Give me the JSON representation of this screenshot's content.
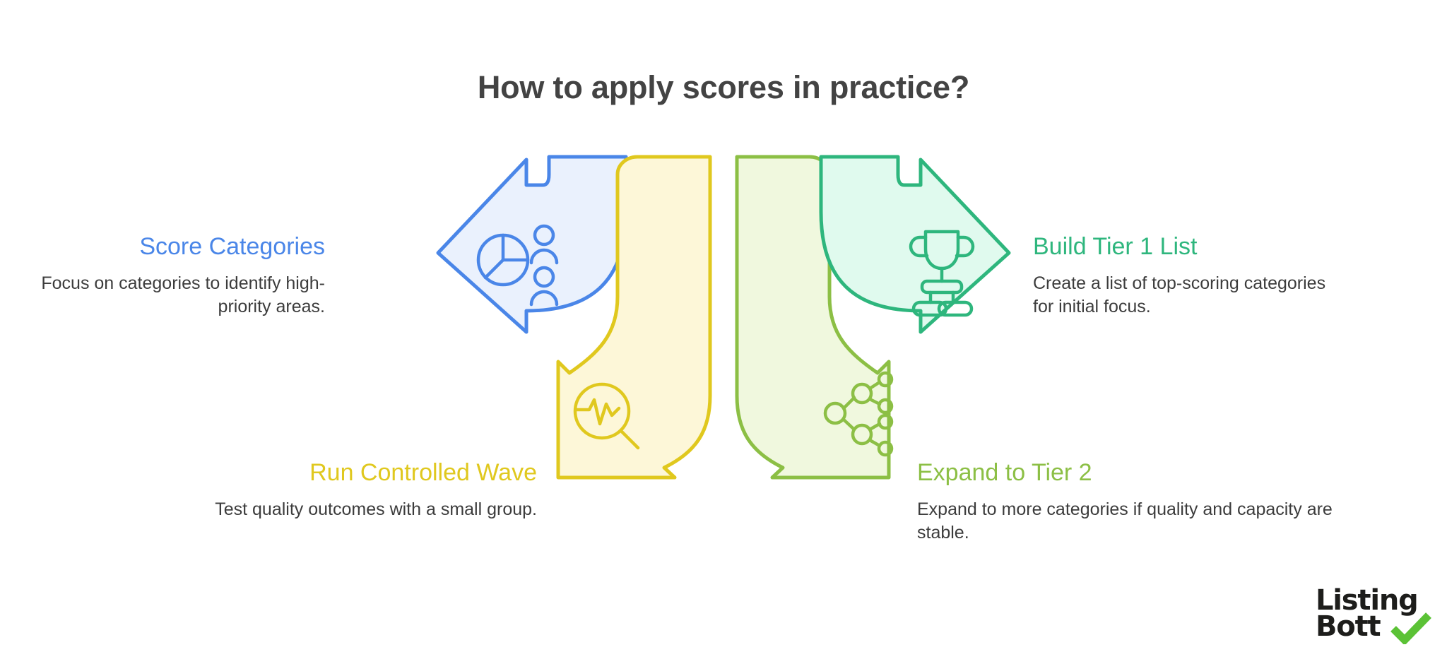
{
  "title": "How to apply scores in practice?",
  "colors": {
    "title": "#434343",
    "body_text": "#3c3c3c",
    "blue_stroke": "#4a86e8",
    "blue_fill": "#eaf1fd",
    "yellow_stroke": "#e0c81e",
    "yellow_fill": "#fdf7d8",
    "olive_stroke": "#8cbf45",
    "olive_fill": "#f0f8de",
    "teal_stroke": "#2eb67d",
    "teal_fill": "#e0faee",
    "logo_dark": "#1d1d1b",
    "logo_check": "#5bc236"
  },
  "steps": [
    {
      "id": "score-categories",
      "label": "Score Categories",
      "description": "Focus on categories to identify high-priority areas.",
      "color": "#4a86e8",
      "icon": "pie-chart-people-icon",
      "direction": "left"
    },
    {
      "id": "run-controlled-wave",
      "label": "Run Controlled Wave",
      "description": "Test quality outcomes with a small group.",
      "color": "#e0c81e",
      "icon": "magnifier-pulse-icon",
      "direction": "down"
    },
    {
      "id": "expand-to-tier-2",
      "label": "Expand to Tier 2",
      "description": "Expand to more categories if quality and capacity are stable.",
      "color": "#8cbf45",
      "icon": "network-nodes-icon",
      "direction": "down"
    },
    {
      "id": "build-tier-1-list",
      "label": "Build Tier 1 List",
      "description": "Create a list of top-scoring categories for initial focus.",
      "color": "#2eb67d",
      "icon": "trophy-hierarchy-icon",
      "direction": "right"
    }
  ],
  "logo": {
    "line1": "Listing",
    "line2": "Bott",
    "check": "check-icon"
  }
}
